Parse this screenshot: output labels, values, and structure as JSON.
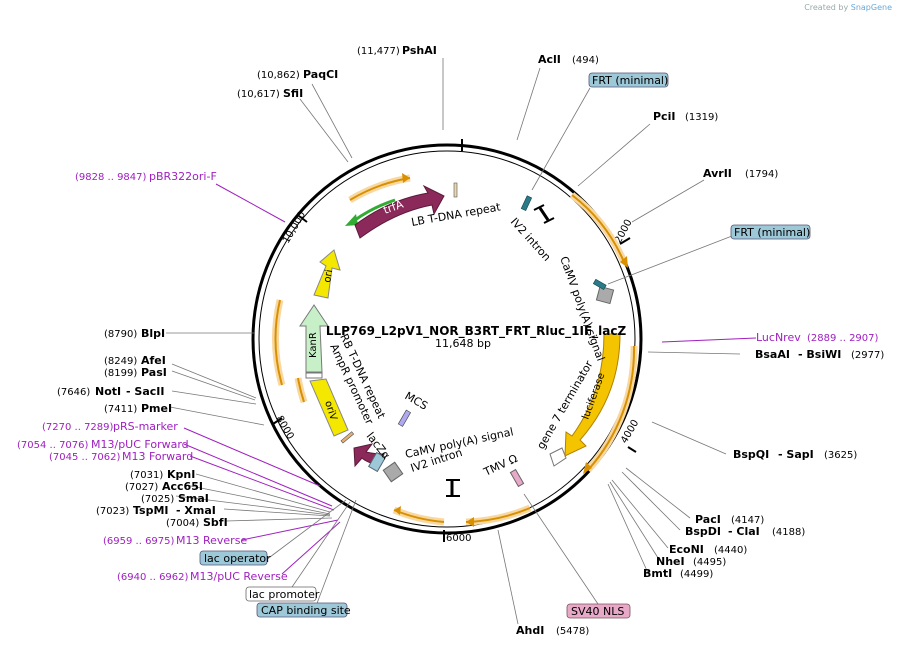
{
  "credit": {
    "prefix": "Created by",
    "brand": "SnapGene"
  },
  "plasmid": {
    "name": "LLP769_L2pV1_NOR_B3RT_FRT_Rluc_1IF_lacZ",
    "length": "11,648 bp"
  },
  "ticks": [
    "2000",
    "4000",
    "6000",
    "8000",
    "10,000"
  ],
  "enzymes": [
    {
      "name": "PshAI",
      "pos": "(11,477)"
    },
    {
      "name": "AclI",
      "pos": "(494)"
    },
    {
      "name": "PaqCI",
      "pos": "(10,862)"
    },
    {
      "name": "SfiI",
      "pos": "(10,617)"
    },
    {
      "name": "PciI",
      "pos": "(1319)"
    },
    {
      "name": "AvrII",
      "pos": "(1794)"
    },
    {
      "name": "BlpI",
      "pos": "(8790)"
    },
    {
      "name": "BsaAI",
      "name2": "BsiWI",
      "pos": "(2977)"
    },
    {
      "name": "AfeI",
      "pos": "(8249)"
    },
    {
      "name": "PasI",
      "pos": "(8199)"
    },
    {
      "name": "NotI",
      "name2": "SacII",
      "pos": "(7646)"
    },
    {
      "name": "PmeI",
      "pos": "(7411)"
    },
    {
      "name": "BspQI",
      "name2": "SapI",
      "pos": "(3625)"
    },
    {
      "name": "KpnI",
      "pos": "(7031)"
    },
    {
      "name": "Acc65I",
      "pos": "(7027)"
    },
    {
      "name": "SmaI",
      "pos": "(7025)"
    },
    {
      "name": "TspMI",
      "name2": "XmaI",
      "pos": "(7023)"
    },
    {
      "name": "SbfI",
      "pos": "(7004)"
    },
    {
      "name": "PacI",
      "pos": "(4147)"
    },
    {
      "name": "BspDI",
      "name2": "ClaI",
      "pos": "(4188)"
    },
    {
      "name": "EcoNI",
      "pos": "(4440)"
    },
    {
      "name": "NheI",
      "pos": "(4495)"
    },
    {
      "name": "BmtI",
      "pos": "(4499)"
    },
    {
      "name": "AhdI",
      "pos": "(5478)"
    }
  ],
  "primers": [
    {
      "name": "pBR322ori-F",
      "pos": "(9828 .. 9847)"
    },
    {
      "name": "LucNrev",
      "pos": "(2889 .. 2907)"
    },
    {
      "name": "pRS-marker",
      "pos": "(7270 .. 7289)"
    },
    {
      "name": "M13/pUC Forward",
      "pos": "(7054 .. 7076)"
    },
    {
      "name": "M13 Forward",
      "pos": "(7045 .. 7062)"
    },
    {
      "name": "M13 Reverse",
      "pos": "(6959 .. 6975)"
    },
    {
      "name": "M13/pUC Reverse",
      "pos": "(6940 .. 6962)"
    }
  ],
  "boxed_features": [
    {
      "name": "FRT (minimal)",
      "color": "#9cc8d8"
    },
    {
      "name": "FRT (minimal)",
      "color": "#9cc8d8"
    },
    {
      "name": "SV40 NLS",
      "color": "#e8a8c8"
    },
    {
      "name": "lac operator",
      "color": "#9cc8d8"
    },
    {
      "name": "lac promoter",
      "color": "#ffffff"
    },
    {
      "name": "CAP binding site",
      "color": "#9cc8d8"
    }
  ],
  "inner_features": {
    "trfA": "trfA",
    "ori": "ori",
    "KanR": "KanR",
    "oriV": "oriV",
    "luciferase": "luciferase",
    "lacZa": "lacZα",
    "LB": "LB T-DNA repeat",
    "RB": "RB T-DNA repeat",
    "AmpR_promoter": "AmpR promoter",
    "IV2_top": "IV2 intron",
    "CaMV_top": "CaMV poly(A) signal",
    "gene7": "gene 7 terminator",
    "TMV": "TMV Ω",
    "CaMV_bottom": "CaMV poly(A) signal",
    "IV2_bottom": "IV2 intron",
    "MCS": "MCS"
  },
  "colors": {
    "trfA": "#8b2a5a",
    "ori": "#f5e800",
    "KanR": "#c8f0c8",
    "oriV": "#f5e800",
    "luciferase": "#f5c400",
    "lacZa": "#8b2a5a",
    "primer": "#a020c0",
    "backbone": "#000000"
  }
}
